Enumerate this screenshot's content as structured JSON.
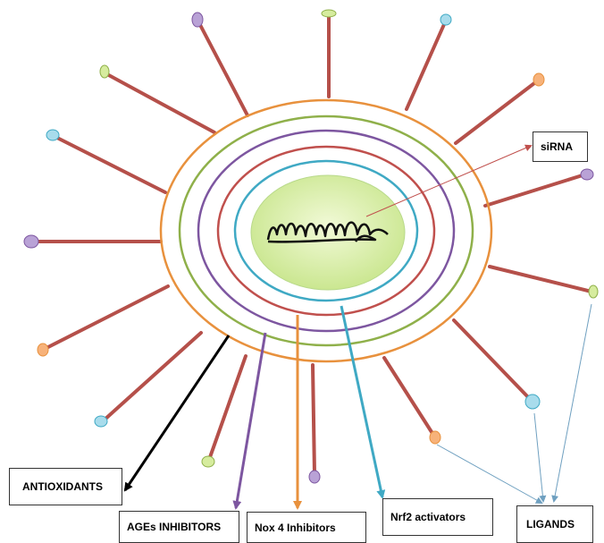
{
  "labels": {
    "sirna": "siRNA",
    "antioxidants": "ANTIOXIDANTS",
    "ages_inhibitors": "AGEs INHIBITORS",
    "nox4_inhibitors": "Nox 4 Inhibitors",
    "nrf2_activators": "Nrf2 activators",
    "ligands": "LIGANDS"
  },
  "colors": {
    "spike": "#b5504a",
    "ring_outer": "#e8913d",
    "ring_2": "#8fb04a",
    "ring_3": "#7d56a0",
    "ring_4": "#c0504d",
    "ring_5": "#3fa9c4",
    "core_fill": "#d4eca0",
    "arrow_antioxidants": "#000000",
    "arrow_ages": "#7d56a0",
    "arrow_nox4": "#e8913d",
    "arrow_nrf2": "#3fa9c4",
    "arrow_ligands": "#6fa0c0",
    "arrow_sirna": "#c0504d"
  }
}
